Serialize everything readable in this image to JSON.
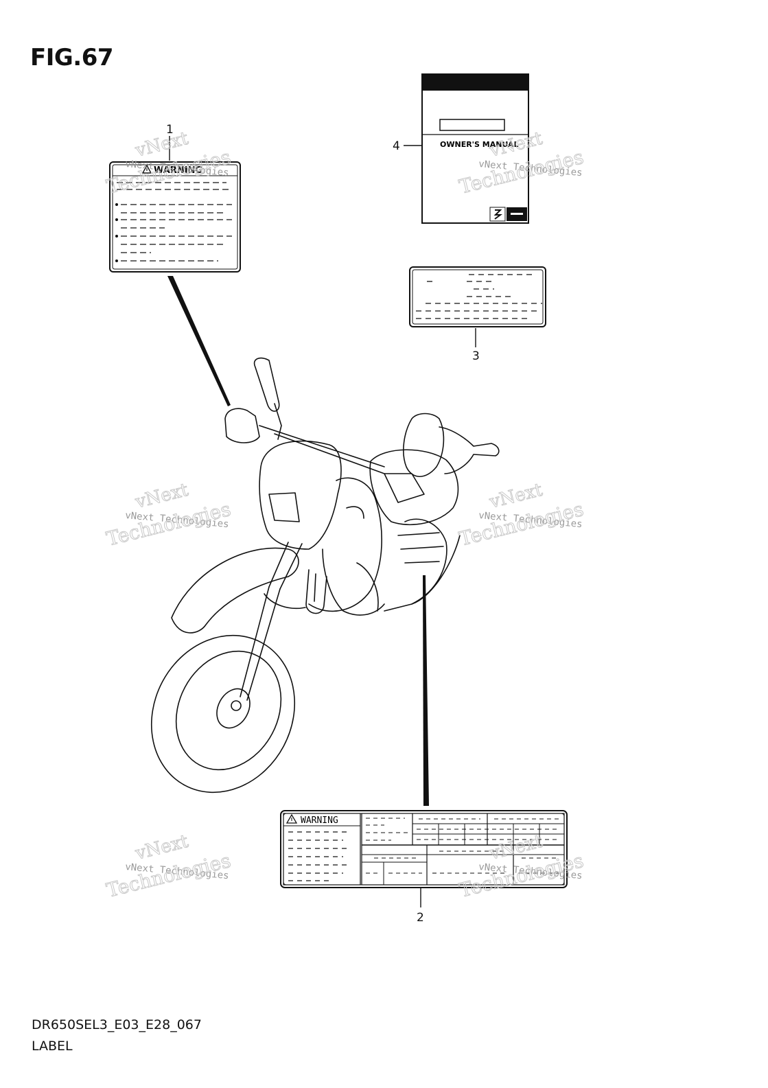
{
  "figure": {
    "title": "FIG.67",
    "code": "DR650SEL3_E03_E28_067",
    "name": "LABEL"
  },
  "callouts": [
    "1",
    "2",
    "3",
    "4"
  ],
  "labels": {
    "warning_text": "WARNING",
    "manual_title": "OWNER'S MANUAL"
  },
  "watermark": {
    "line1": "vNext",
    "line2": "vNext Technologies",
    "line3": "Technologies"
  },
  "icons": [
    "warning-triangle-icon",
    "brand-logo-icon"
  ],
  "colors": {
    "ink": "#111111",
    "watermark": "#c8c8c8"
  }
}
